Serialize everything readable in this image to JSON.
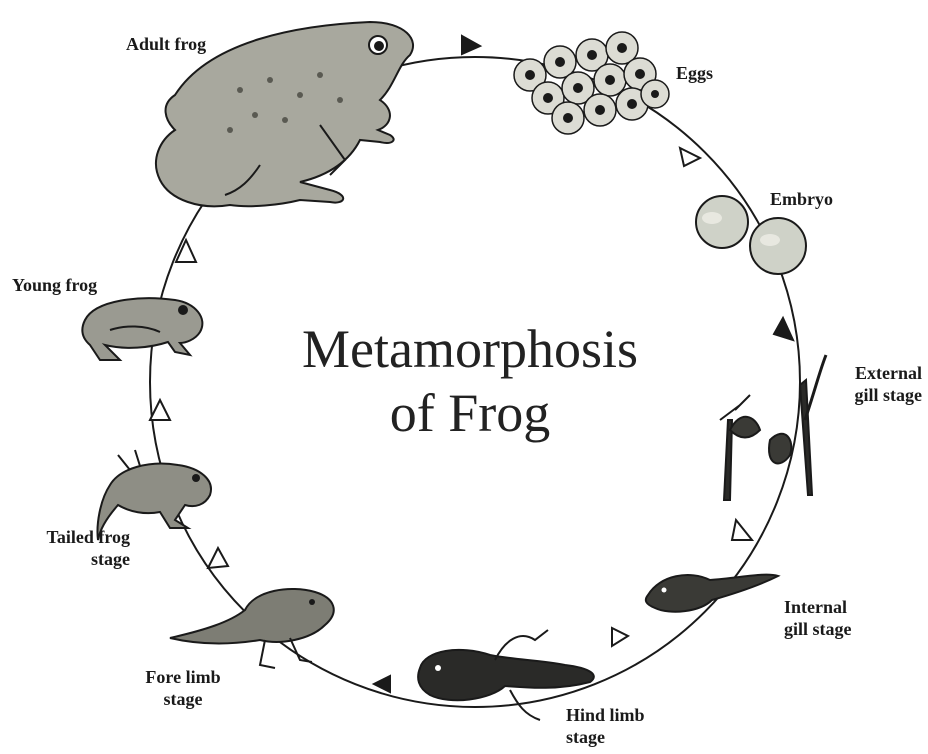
{
  "title": {
    "line1": "Metamorphosis",
    "line2": "of Frog"
  },
  "stages": {
    "adult_frog": "Adult frog",
    "eggs": "Eggs",
    "embryo": "Embryo",
    "external_gill": [
      "External",
      "gill stage"
    ],
    "internal_gill": [
      "Internal",
      "gill stage"
    ],
    "hind_limb": [
      "Hind limb",
      "stage"
    ],
    "fore_limb": [
      "Fore limb",
      "stage"
    ],
    "tailed_frog": [
      "Tailed frog",
      "stage"
    ],
    "young_frog": "Young frog"
  },
  "colors": {
    "ink": "#1a1a1a",
    "body_fill": "#9a9a90",
    "body_dark": "#3a3a36",
    "egg_fill": "#d8d8d0",
    "embryo_fill": "#c9ccc2"
  }
}
